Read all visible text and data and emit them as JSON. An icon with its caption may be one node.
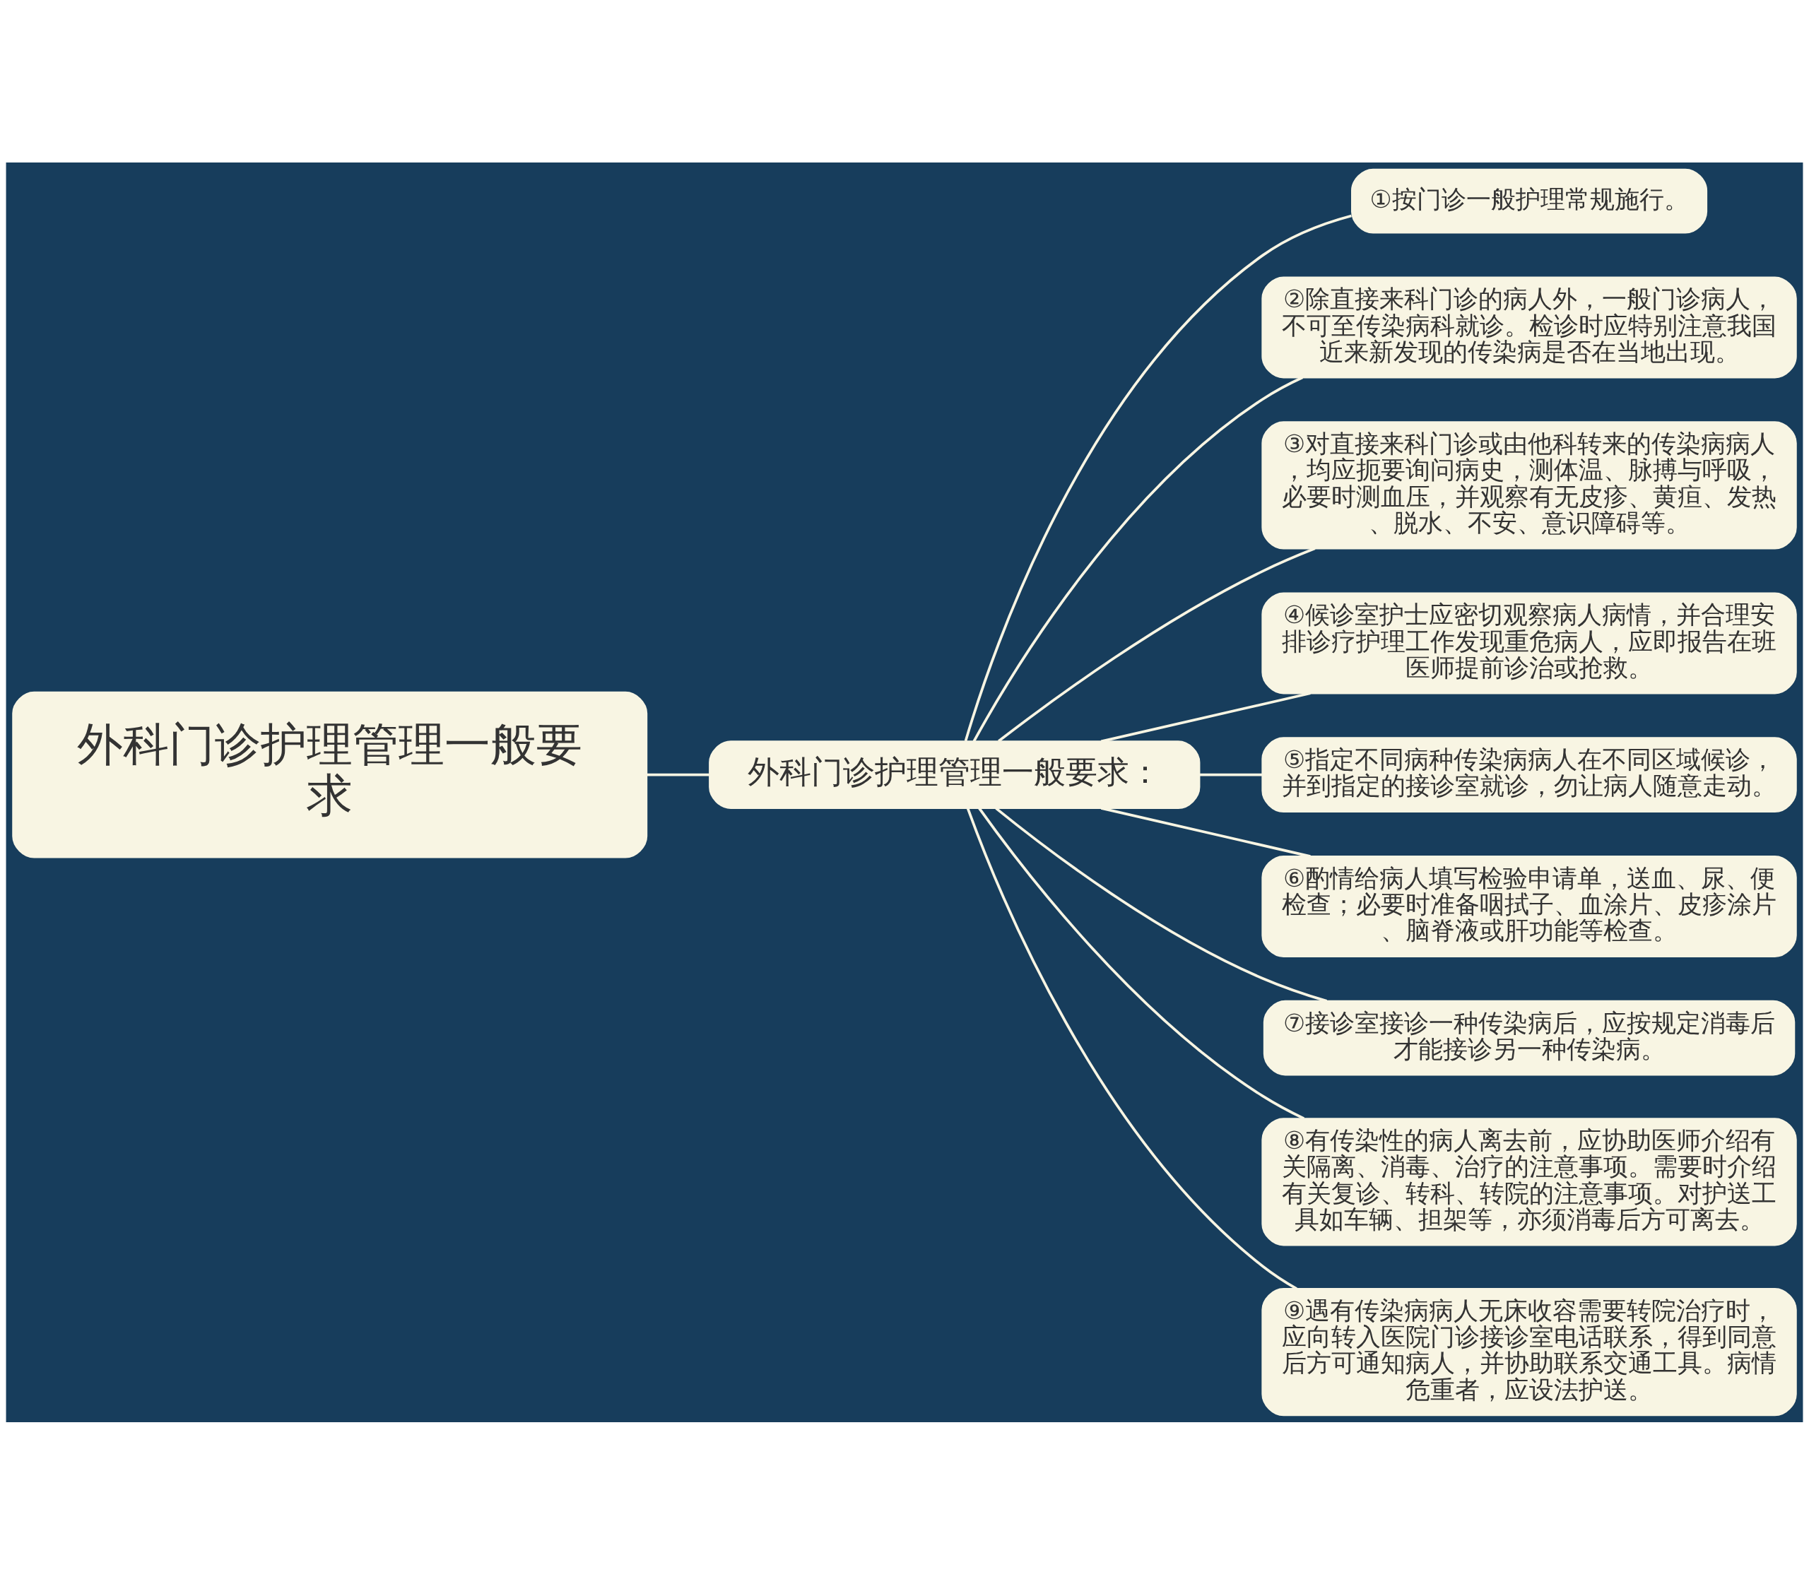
{
  "diagram": {
    "nodes": [
      {
        "text": [
          "外科门诊护理管理一般要求"
        ]
      },
      {
        "text": [
          "外科门诊护理管理一般要求："
        ]
      },
      {
        "text": [
          "①按门诊一般护理常规施行。"
        ]
      },
      {
        "text": [
          "②除直接来科门诊的病人外，一般门诊病人，不可至传染病科就诊。检诊时应特别注意我国近来新发现的传染病是否在当地出现。"
        ]
      },
      {
        "text": [
          "③对直接来科门诊或由他科转来的传染病病人，均应扼要询问病史，测体温、脉搏与呼吸，必要时测血压，并观察有无皮疹、黄疸、发热、脱水、不安、意识障碍等。"
        ]
      },
      {
        "text": [
          "④候诊室护士应密切观察病人病情，并合理安排诊疗护理工作发现重危病人，应即报告在班医师提前诊治或抢救。"
        ]
      },
      {
        "text": [
          "⑤指定不同病种传染病病人在不同区域候诊，并到指定的接诊室就诊，勿让病人随意走动。"
        ]
      },
      {
        "text": [
          "⑥酌情给病人填写检验申请单，送血、尿、便检查；必要时准备咽拭子、血涂片、皮疹涂片、脑脊液或肝功能等检查。"
        ]
      },
      {
        "text": [
          "⑦接诊室接诊一种传染病后，应按规定消毒后才能接诊另一种传染病。"
        ]
      },
      {
        "text": [
          "⑧有传染性的病人离去前，应协助医师介绍有关隔离、消毒、治疗的注意事项。需要时介绍有关复诊、转科、转院的注意事项。对护送工具如车辆、担架等，亦须消毒后方可离去。"
        ]
      },
      {
        "text": [
          "⑨遇有传染病病人无床收容需要转院治疗时，应向转入医院门诊接诊室电话联系，得到同意后方可通知病人，并协助联系交通工具。病情危重者，应设法护送。"
        ]
      }
    ],
    "edges": [
      {
        "from": 0,
        "to": 1,
        "arrow": "none"
      },
      {
        "from": 1,
        "to": 2,
        "arrow": "none"
      },
      {
        "from": 1,
        "to": 3,
        "arrow": "none"
      },
      {
        "from": 1,
        "to": 4,
        "arrow": "none"
      },
      {
        "from": 1,
        "to": 5,
        "arrow": "none"
      },
      {
        "from": 1,
        "to": 6,
        "arrow": "none"
      },
      {
        "from": 1,
        "to": 7,
        "arrow": "none"
      },
      {
        "from": 1,
        "to": 8,
        "arrow": "none"
      },
      {
        "from": 1,
        "to": 9,
        "arrow": "none"
      },
      {
        "from": 1,
        "to": 10,
        "arrow": "none"
      }
    ]
  }
}
